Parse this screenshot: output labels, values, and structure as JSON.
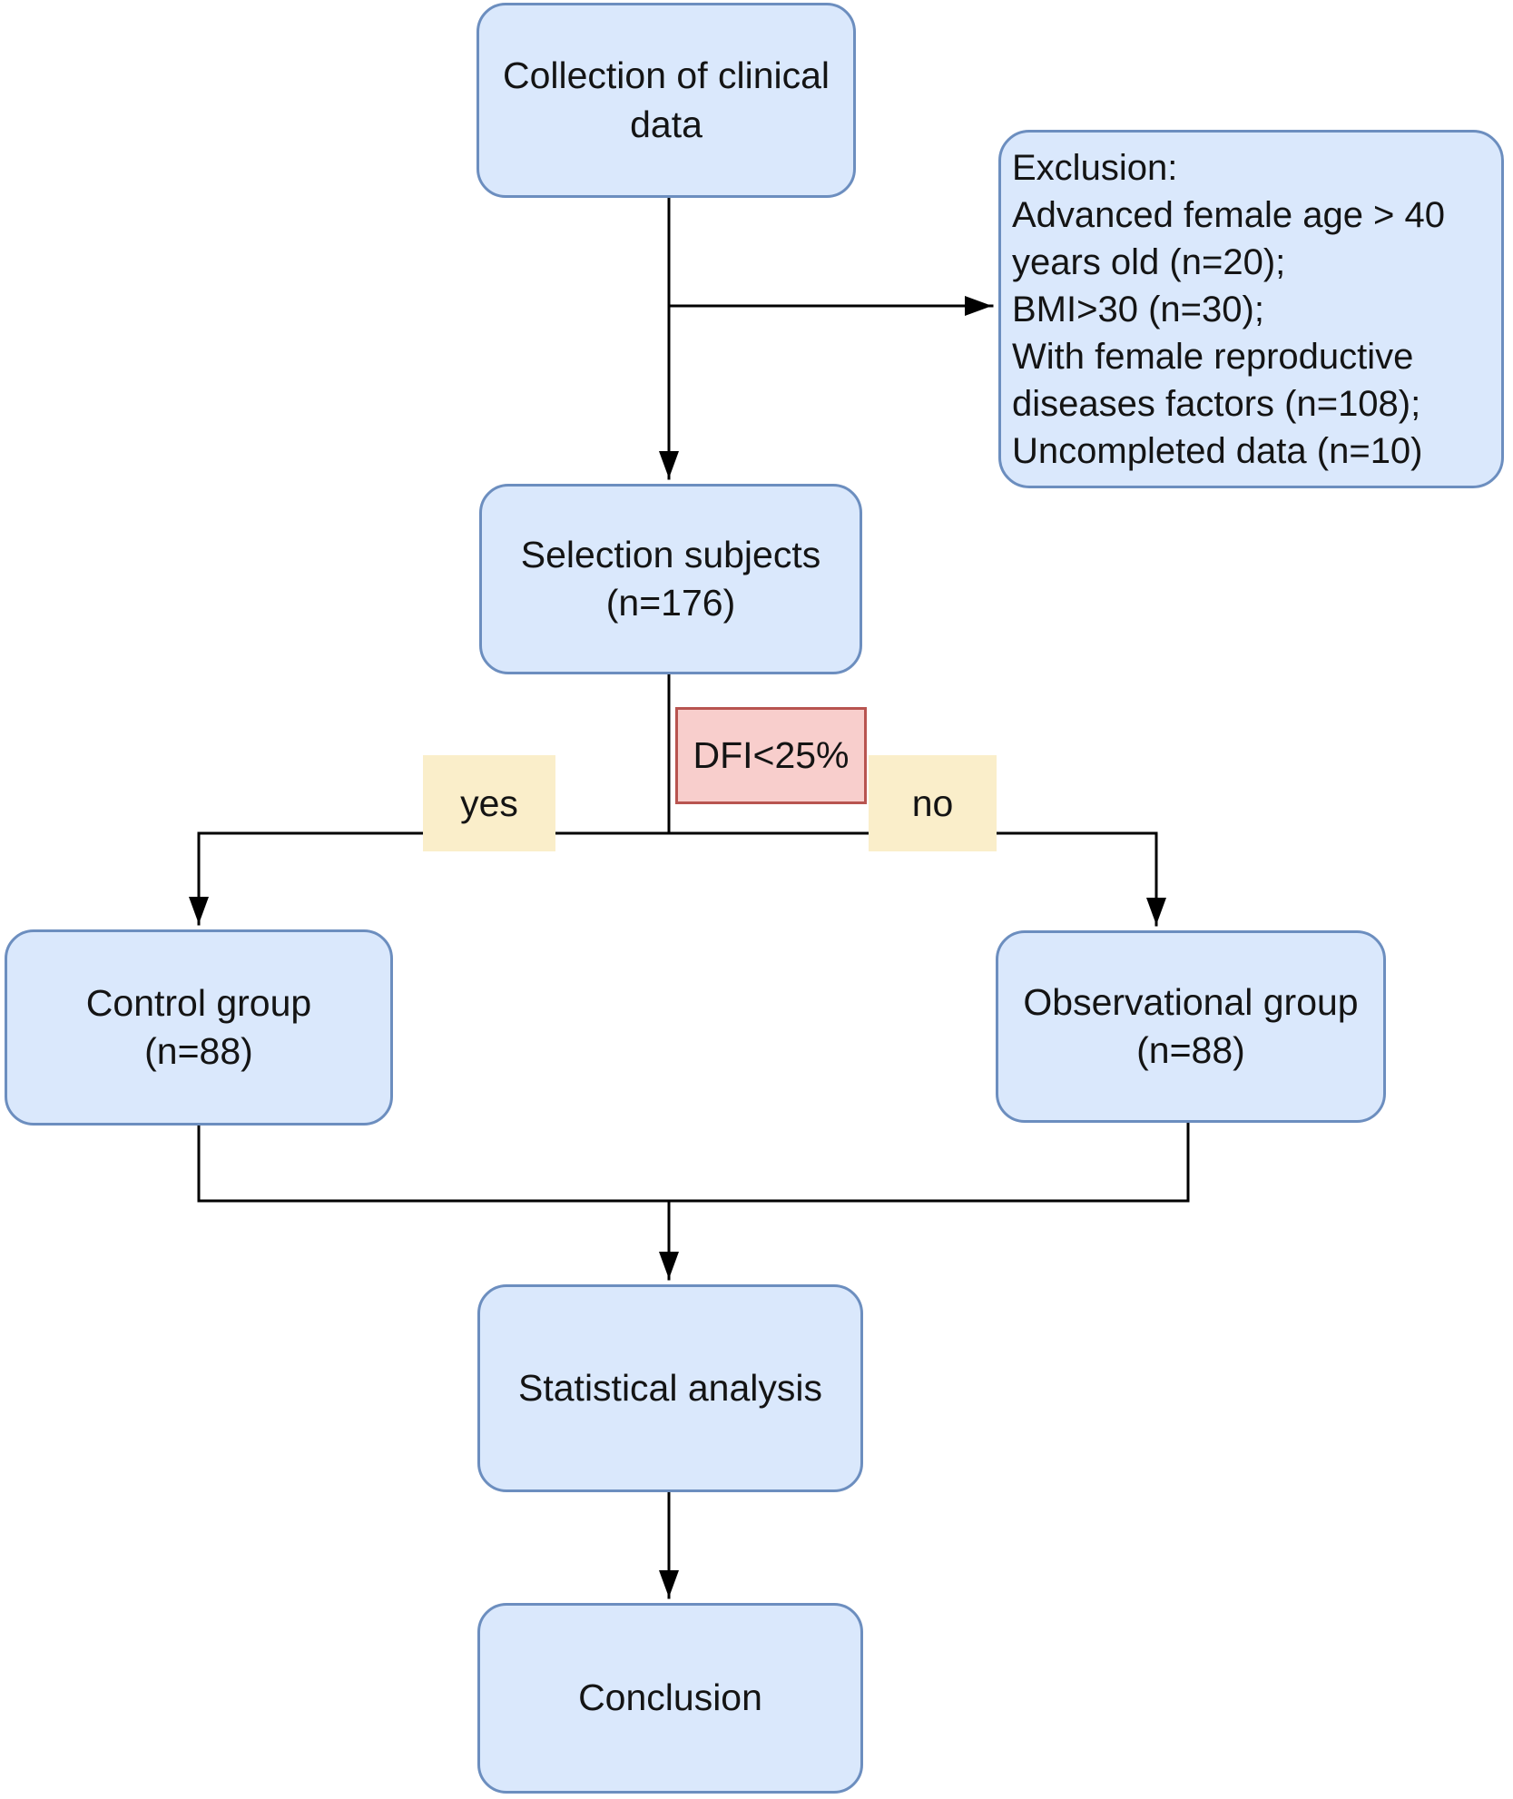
{
  "flowchart": {
    "nodes": {
      "collection": {
        "label": "Collection of clinical data"
      },
      "exclusion": {
        "title": "Exclusion:",
        "items": [
          "Advanced female age > 40 years old (n=20);",
          "BMI>30 (n=30);",
          "With female reproductive diseases factors (n=108);",
          "Uncompleted data (n=10)"
        ]
      },
      "selection": {
        "label": "Selection subjects",
        "sublabel": "(n=176)"
      },
      "decision": {
        "label": "DFI<25%"
      },
      "branch_yes": {
        "label": "yes"
      },
      "branch_no": {
        "label": "no"
      },
      "control": {
        "label": "Control group",
        "sublabel": "(n=88)"
      },
      "observational": {
        "label": "Observational group",
        "sublabel": "(n=88)"
      },
      "statistical": {
        "label": "Statistical analysis"
      },
      "conclusion": {
        "label": "Conclusion"
      }
    },
    "colors": {
      "node_fill": "#dae8fc",
      "node_border": "#6c8ebf",
      "decision_fill": "#f8cecc",
      "decision_border": "#b85450",
      "branch_fill": "#faeeca",
      "connector": "#000000"
    }
  }
}
